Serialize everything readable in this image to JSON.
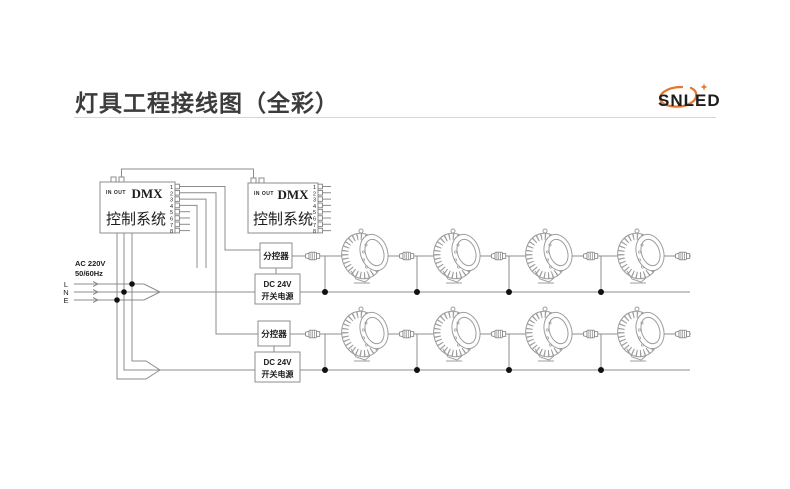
{
  "header": {
    "title": "灯具工程接线图（全彩）",
    "brand": "SNLED"
  },
  "controller": {
    "io": "IN OUT",
    "dmx": "DMX",
    "system": "控制系统",
    "ports": [
      "1",
      "2",
      "3",
      "4",
      "5",
      "6",
      "7",
      "8"
    ]
  },
  "power": {
    "voltage": "AC 220V",
    "frequency": "50/60Hz",
    "lines": [
      "L",
      "N",
      "E"
    ]
  },
  "branch": {
    "splitter": "分控器",
    "psu_line1": "DC 24V",
    "psu_line2": "开关电源"
  },
  "layout_counts": {
    "lamps_per_row": 4,
    "rows": 2
  },
  "colors": {
    "accent_orange": "#e5762e",
    "diagram_line": "#8c8c8c",
    "text_dark": "#1d1d1d",
    "logo_text": "#3d3d3d",
    "divider": "#d6d6d6"
  }
}
